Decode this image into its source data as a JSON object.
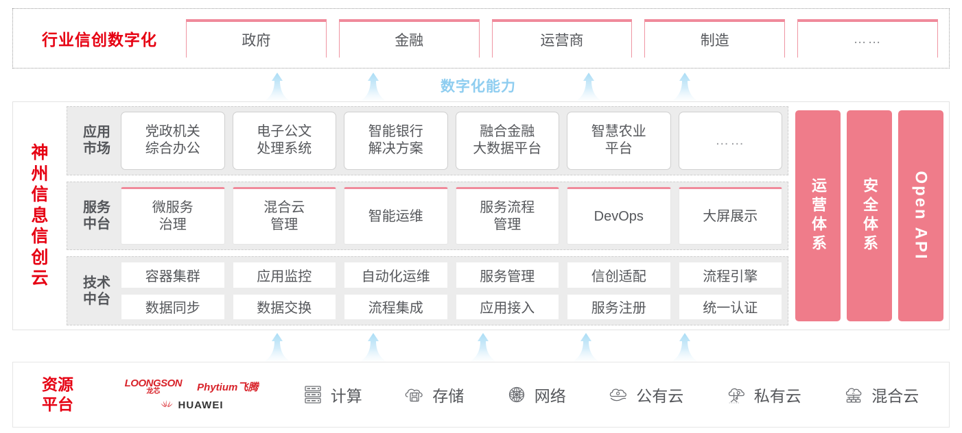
{
  "colors": {
    "brand_red": "#e60012",
    "card_pink": "#f08a9b",
    "panel_pink": "#ef7c8a",
    "arrow_blue": "#8ecdf0",
    "row_bg": "#ececec",
    "text_gray": "#55575b"
  },
  "industry": {
    "title": "行业信创数字化",
    "cards": [
      {
        "label": "政府"
      },
      {
        "label": "金融"
      },
      {
        "label": "运营商"
      },
      {
        "label": "制造"
      },
      {
        "label": "……"
      }
    ]
  },
  "capability": {
    "label": "数字化能力",
    "arrow_icon": "up-arrow-icon",
    "arrow_count_top": 4,
    "arrow_count_bottom": 5
  },
  "cloud": {
    "title_chars": [
      "神",
      "州",
      "信",
      "息",
      "信",
      "创",
      "云"
    ],
    "rows": [
      {
        "label": "应用\n市场",
        "label_line1": "应用",
        "label_line2": "市场",
        "style": "app",
        "cards": [
          {
            "line1": "党政机关",
            "line2": "综合办公"
          },
          {
            "line1": "电子公文",
            "line2": "处理系统"
          },
          {
            "line1": "智能银行",
            "line2": "解决方案"
          },
          {
            "line1": "融合金融",
            "line2": "大数据平台"
          },
          {
            "line1": "智慧农业",
            "line2": "平台"
          },
          {
            "line1": "……",
            "line2": "",
            "muted": true
          }
        ]
      },
      {
        "label_line1": "服务",
        "label_line2": "中台",
        "style": "service",
        "cards": [
          {
            "line1": "微服务",
            "line2": "治理"
          },
          {
            "line1": "混合云",
            "line2": "管理"
          },
          {
            "line1": "智能运维",
            "line2": ""
          },
          {
            "line1": "服务流程",
            "line2": "管理"
          },
          {
            "line1": "DevOps",
            "line2": ""
          },
          {
            "line1": "大屏展示",
            "line2": ""
          }
        ]
      },
      {
        "label_line1": "技术",
        "label_line2": "中台",
        "style": "tech",
        "line_a": [
          "容器集群",
          "应用监控",
          "自动化运维",
          "服务管理",
          "信创适配",
          "流程引擎"
        ],
        "line_b": [
          "数据同步",
          "数据交换",
          "流程集成",
          "应用接入",
          "服务注册",
          "统一认证"
        ]
      }
    ],
    "side_panels": [
      {
        "label": "运营体系",
        "orientation": "vertical-cn"
      },
      {
        "label": "安全体系",
        "orientation": "vertical-cn"
      },
      {
        "label": "Open API",
        "orientation": "rotated-en"
      }
    ]
  },
  "resource": {
    "title_line1": "资源",
    "title_line2": "平台",
    "logos": {
      "loongson_en": "LOONGSON",
      "loongson_cn": "龙芯",
      "phytium": "Phytium飞腾",
      "huawei": "HUAWEI",
      "huawei_icon": "huawei-flower-icon"
    },
    "items": [
      {
        "label": "计算",
        "icon": "server-icon"
      },
      {
        "label": "存储",
        "icon": "cloud-storage-icon"
      },
      {
        "label": "网络",
        "icon": "network-mesh-icon"
      },
      {
        "label": "公有云",
        "icon": "public-cloud-icon"
      },
      {
        "label": "私有云",
        "icon": "private-cloud-icon"
      },
      {
        "label": "混合云",
        "icon": "hybrid-cloud-icon"
      }
    ]
  }
}
